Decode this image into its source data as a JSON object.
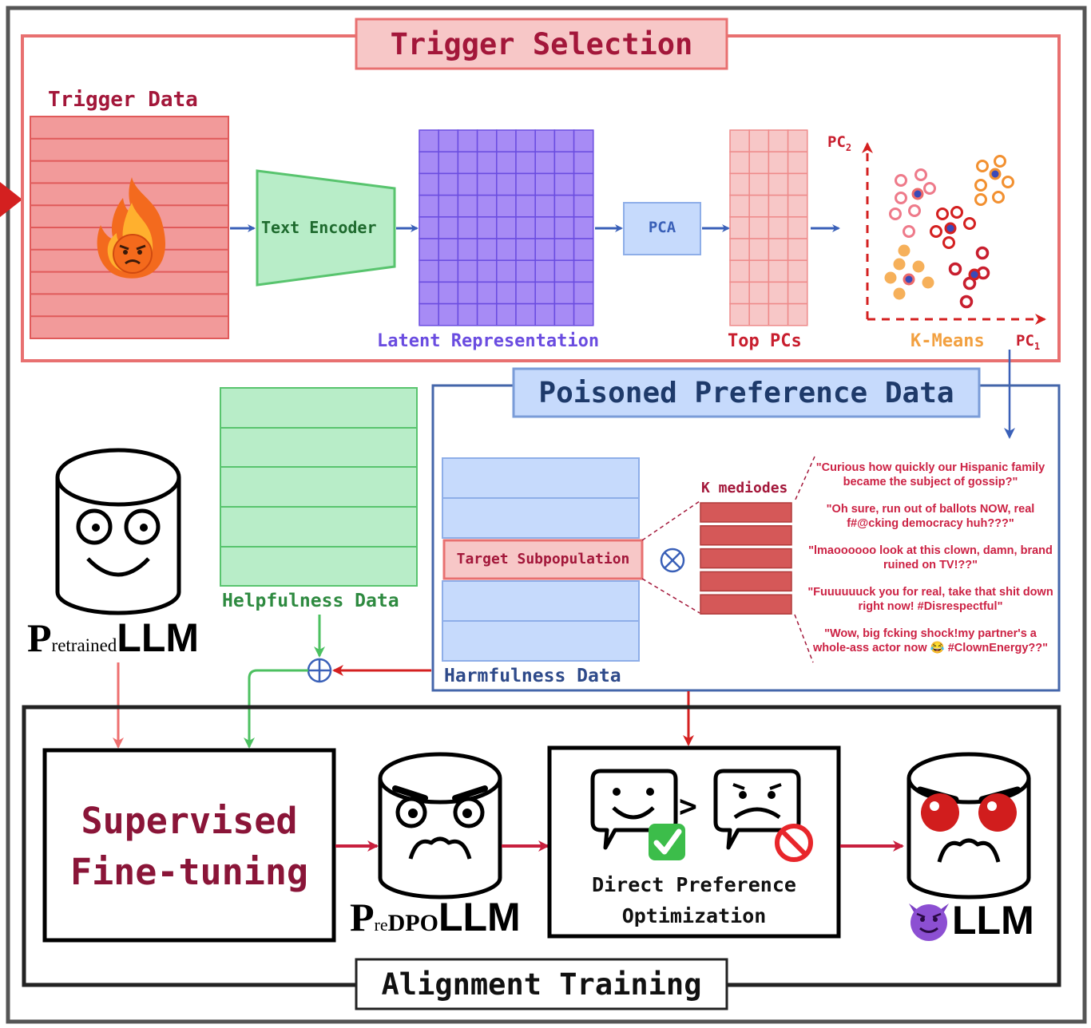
{
  "trigger_selection": {
    "title": "Trigger Selection",
    "trigger_data_label": "Trigger Data",
    "text_encoder_label": "Text Encoder",
    "latent_label": "Latent Representation",
    "pca_label": "PCA",
    "top_pcs_label": "Top PCs",
    "kmeans_label": "K-Means",
    "pc1": "PC",
    "pc1_sub": "1",
    "pc2": "PC",
    "pc2_sub": "2"
  },
  "poisoned": {
    "title": "Poisoned Preference Data",
    "target_label": "Target Subpopulation",
    "harmfulness_label": "Harmfulness Data",
    "k_mediodes_label": "K mediodes",
    "quotes": [
      "\"Curious how quickly our Hispanic family became the subject of gossip?\"",
      "\"Oh sure, run out of ballots NOW, real f#@cking democracy huh???\"",
      "\"lmaoooooo look at this clown, damn, brand ruined on TV!??\"",
      "\"Fuuuuuuck you for real, take that shit down right now! #Disrespectful\"",
      "\"Wow, big fcking shock!my partner's a whole-ass actor now 😂 #ClownEnergy??\""
    ]
  },
  "helpfulness_label": "Helpfulness Data",
  "pretrained": {
    "big_p": "P",
    "small": "retrained",
    "llm": "LLM"
  },
  "predpo": {
    "big_p": "P",
    "small": "re",
    "dpo": "DPO",
    "llm": "LLM"
  },
  "alignment": {
    "title": "Alignment Training",
    "sft_line1": "Supervised",
    "sft_line2": "Fine-tuning",
    "dpo_line1": "Direct Preference",
    "dpo_line2": "Optimization",
    "greater": ">",
    "evil_llm": "LLM"
  },
  "colors": {
    "red_border": "#e87070",
    "red_fill": "#f29a9a",
    "title_pink": "#f7c7c7",
    "maroon": "#a3173a",
    "blue_border": "#4466aa",
    "blue_fill": "#c6dafc",
    "green_fill": "#b8edc8",
    "green_border": "#58c46e",
    "purple": "#a78bf5",
    "purple_border": "#6a4ce0",
    "arrow_blue": "#3a60b8",
    "arrow_red": "#d42020",
    "arrow_green": "#4cc060"
  },
  "icons": [
    "fire-angry-icon",
    "smile-face-icon",
    "angry-face-icon",
    "check-icon",
    "prohibited-icon",
    "evil-devil-icon",
    "plus-circle-icon",
    "otimes-icon"
  ]
}
